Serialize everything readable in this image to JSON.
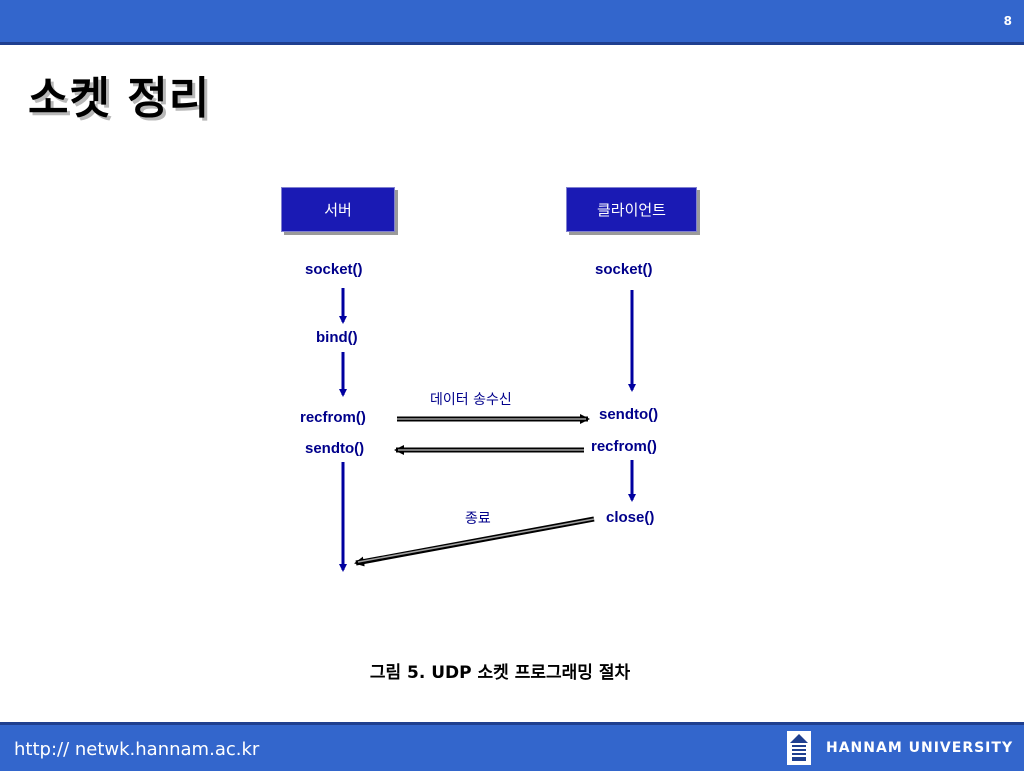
{
  "header": {
    "page_number": "8"
  },
  "title": "소켓 정리",
  "diagram": {
    "server_label": "서버",
    "client_label": "클라이언트",
    "server_steps": {
      "socket": "socket()",
      "bind": "bind()",
      "recvfrom": "recfrom()",
      "sendto": "sendto()"
    },
    "client_steps": {
      "socket": "socket()",
      "sendto": "sendto()",
      "recvfrom": "recfrom()",
      "close": "close()"
    },
    "data_exchange_label": "데이터 송수신",
    "termination_label": "종료",
    "colors": {
      "box_fill": "#1a1ab4",
      "arrow": "#0000a0",
      "label_text": "#00008b",
      "bar": "#3366cc"
    }
  },
  "caption": "그림 5. UDP 소켓 프로그래밍 절차",
  "footer": {
    "url": "http:// netwk.hannam.ac.kr",
    "university": "HANNAM UNIVERSITY"
  }
}
